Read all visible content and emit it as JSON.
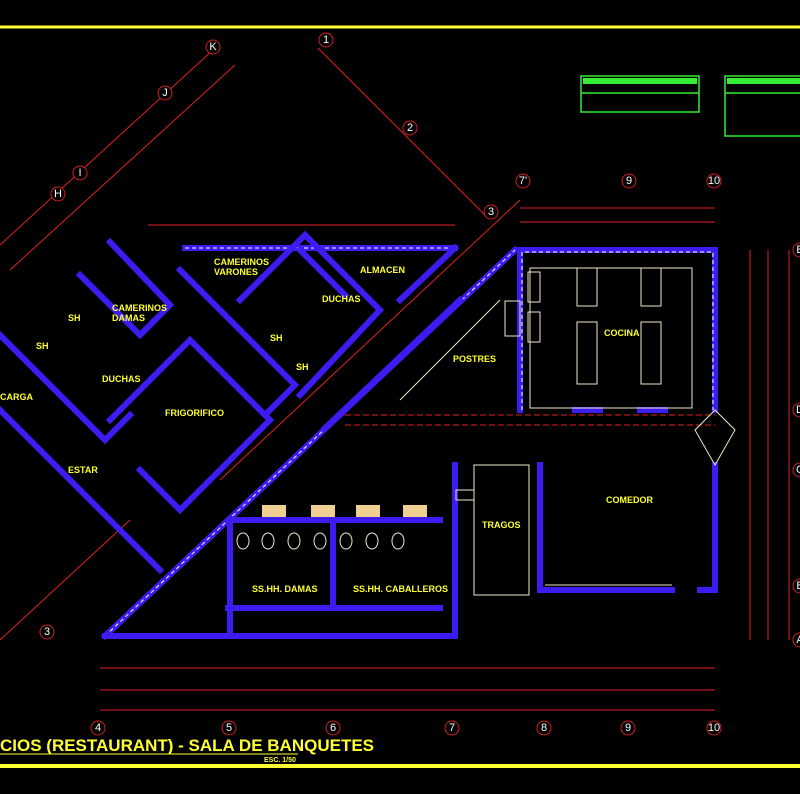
{
  "drawing": {
    "title": "CIOS (RESTAURANT) - SALA DE BANQUETES",
    "scale": "ESC. 1/50",
    "colors": {
      "background": "#000000",
      "walls": "#3c1cf0",
      "labels": "#ffff33",
      "dimensions": "#33ff33",
      "axes": "#e02020",
      "frame": "#ffff33"
    }
  },
  "rooms": {
    "camerinos_damas": [
      "CAMERINOS",
      "DAMAS"
    ],
    "camerinos_varones": [
      "CAMERINOS",
      "VARONES"
    ],
    "sh": "SH",
    "duchas": "DUCHAS",
    "almacen": "ALMACEN",
    "carga": "CARGA",
    "frigorifico": "FRIGORIFICO",
    "estar": "ESTAR",
    "postres": "POSTRES",
    "cocina": "COCINA",
    "comedor": "COMEDOR",
    "tragos": "TRAGOS",
    "sshh_damas": "SS.HH. DAMAS",
    "sshh_caballeros": "SS.HH. CABALLEROS"
  },
  "grid_axes": {
    "diagonal_left": [
      "K",
      "J",
      "I",
      "H"
    ],
    "diagonal_right": [
      "1",
      "2",
      "3"
    ],
    "top": [
      "7'",
      "9",
      "10"
    ],
    "right": [
      "E",
      "D",
      "C",
      "B",
      "A"
    ],
    "bottom": [
      "4",
      "5",
      "6",
      "7",
      "8",
      "9",
      "10"
    ],
    "bottom_left": "3"
  }
}
